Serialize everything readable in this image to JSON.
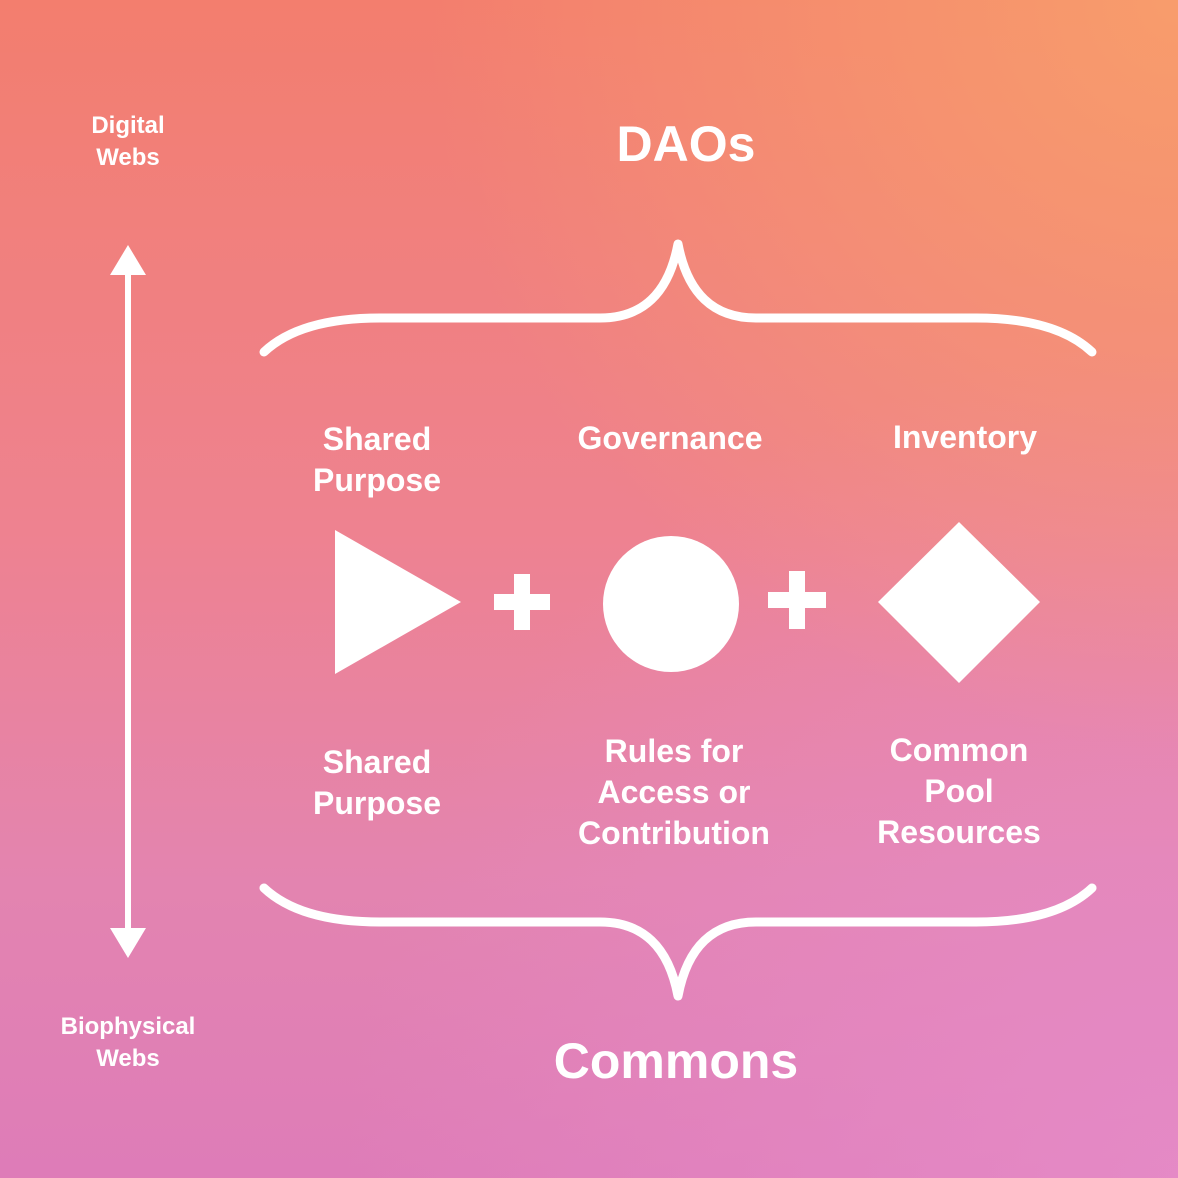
{
  "axis": {
    "top_label": "Digital\nWebs",
    "bottom_label": "Biophysical\nWebs"
  },
  "titles": {
    "top": "DAOs",
    "bottom": "Commons"
  },
  "top_labels": {
    "left": "Shared\nPurpose",
    "middle": "Governance",
    "right": "Inventory"
  },
  "bottom_labels": {
    "left": "Shared\nPurpose",
    "middle": "Rules for\nAccess or\nContribution",
    "right": "Common\nPool\nResources"
  },
  "colors": {
    "foreground": "#ffffff",
    "gradient_top": "#f37e6e",
    "gradient_bottom": "#de7cb8"
  }
}
